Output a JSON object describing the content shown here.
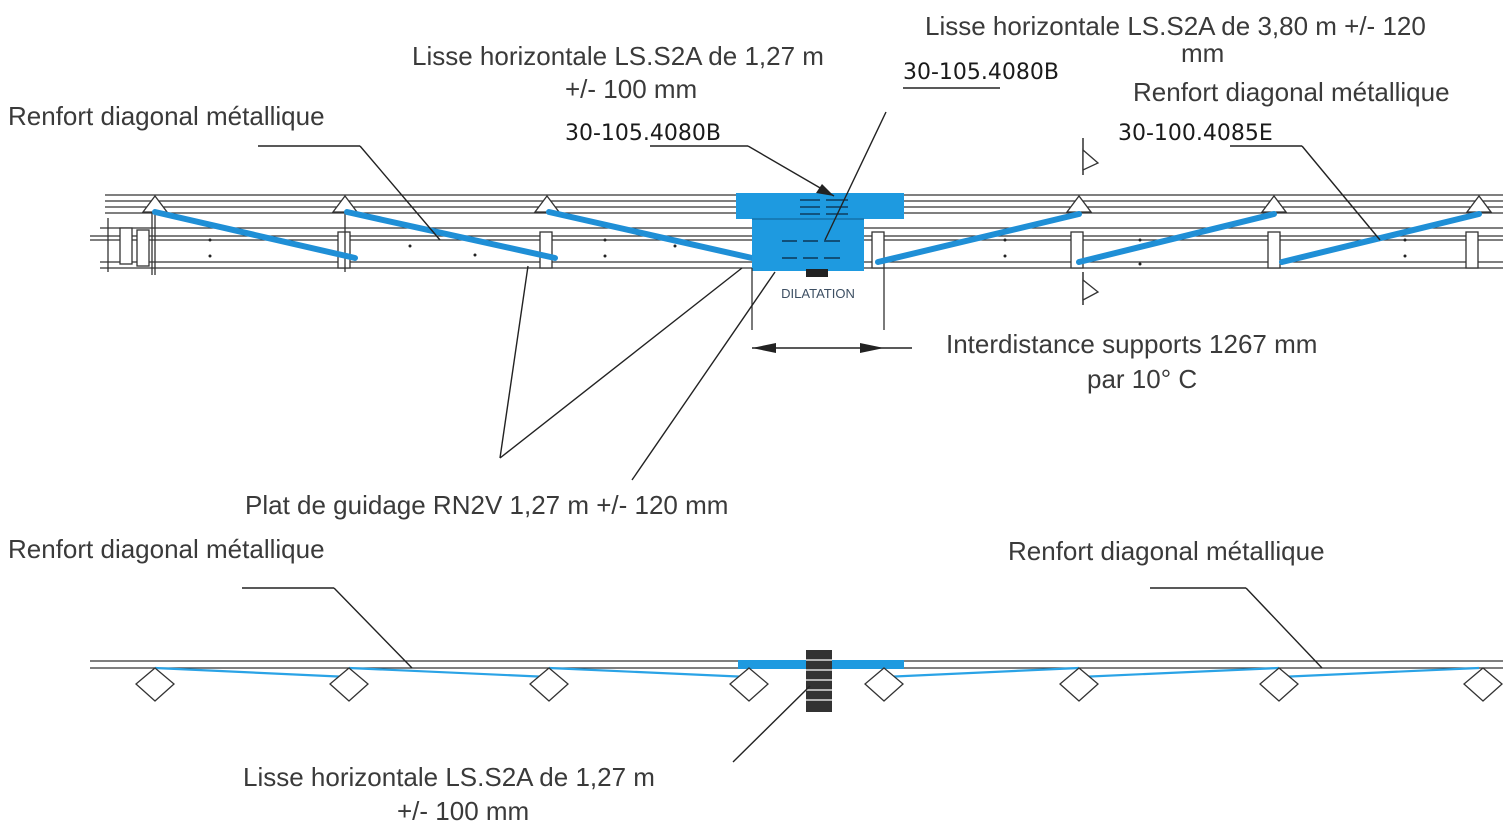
{
  "colors": {
    "accent": "#1e9ae0",
    "line": "#222222",
    "text": "#3a3a3a"
  },
  "labels": {
    "lisse_380": "Lisse horizontale LS.S2A de 3,80 m +/- 120",
    "lisse_380_unit": "mm",
    "lisse_127_top_line1": "Lisse horizontale LS.S2A de 1,27 m",
    "lisse_127_top_line2": "+/- 100 mm",
    "renfort_top_left": "Renfort diagonal métallique",
    "renfort_top_right": "Renfort diagonal métallique",
    "ref_left": "30-105.4080B",
    "ref_center": "30-105.4080B",
    "ref_right": "30-100.4085E",
    "dilatation": "DILATATION",
    "interdistance_line1": "Interdistance supports 1267 mm",
    "interdistance_line2": "par 10° C",
    "plat_guidage": "Plat de guidage RN2V 1,27 m +/- 120 mm",
    "renfort_bottom_left": "Renfort diagonal métallique",
    "renfort_bottom_right": "Renfort diagonal métallique",
    "lisse_127_bottom_line1": "Lisse horizontale LS.S2A de 1,27 m",
    "lisse_127_bottom_line2": "+/- 100 mm"
  }
}
